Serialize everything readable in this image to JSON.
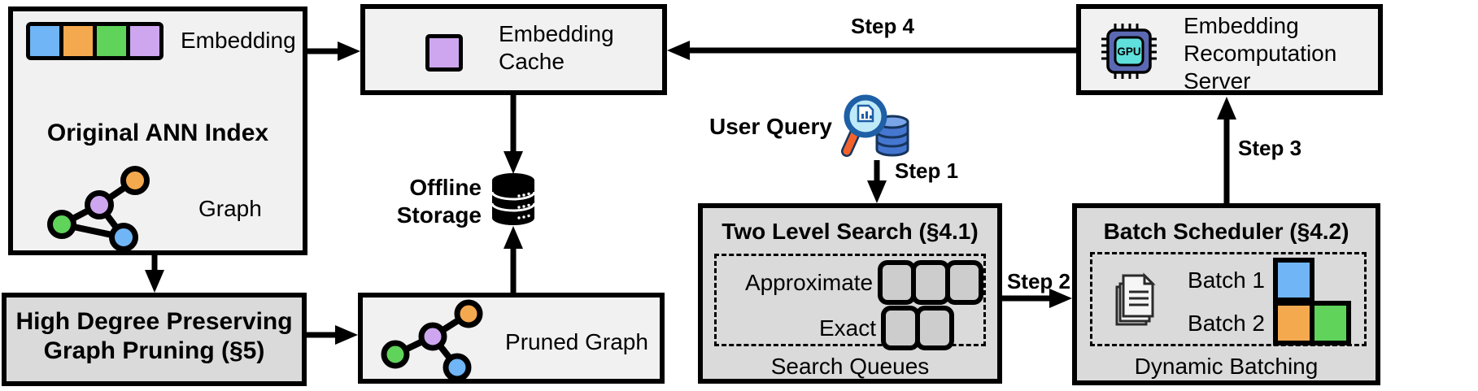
{
  "ann": {
    "embedding_label": "Embedding",
    "title": "Original ANN Index",
    "graph_label": "Graph"
  },
  "pruning": {
    "line1": "High Degree Preserving",
    "line2": "Graph Pruning (§5)"
  },
  "cache": {
    "line1": "Embedding",
    "line2": "Cache"
  },
  "storage": {
    "line1": "Offline",
    "line2": "Storage"
  },
  "pruned": {
    "label": "Pruned Graph"
  },
  "query": {
    "label": "User Query"
  },
  "search": {
    "title": "Two Level Search (§4.1)",
    "approximate_label": "Approximate",
    "exact_label": "Exact",
    "caption": "Search Queues",
    "approximate_queue_count": 3,
    "exact_queue_count": 2
  },
  "scheduler": {
    "title": "Batch Scheduler (§4.2)",
    "batch1_label": "Batch 1",
    "batch2_label": "Batch 2",
    "caption": "Dynamic Batching",
    "batch1_colors": [
      "blue"
    ],
    "batch2_colors": [
      "orange",
      "green"
    ]
  },
  "server": {
    "line1": "Embedding",
    "line2": "Recomputation",
    "line3": "Server",
    "chip_label": "GPU"
  },
  "steps": {
    "step1": "Step 1",
    "step2": "Step 2",
    "step3": "Step 3",
    "step4": "Step 4"
  },
  "icons": {
    "ann_graph": "graph-nodes-icon",
    "pruned_graph": "pruned-graph-nodes-icon",
    "offline_storage": "database-icon",
    "user_query": "magnifier-database-icon",
    "batch_documents": "documents-icon",
    "recomputation": "gpu-chip-icon",
    "cached_embedding": "purple-embedding-swatch"
  },
  "colors": {
    "embedding_blue": "#70b5f5",
    "embedding_orange": "#f5a94f",
    "embedding_green": "#5fd35a",
    "embedding_purple": "#cda6ef",
    "box_light": "#f1f1f1",
    "box_gray": "#dadada",
    "queue_fill": "#cdcdcd",
    "outline": "#000000",
    "gpu_body": "#5b69b3",
    "gpu_die": "#5fe0dc",
    "magnifier_handle": "#f2622d",
    "query_db_blue": "#4577d0"
  }
}
